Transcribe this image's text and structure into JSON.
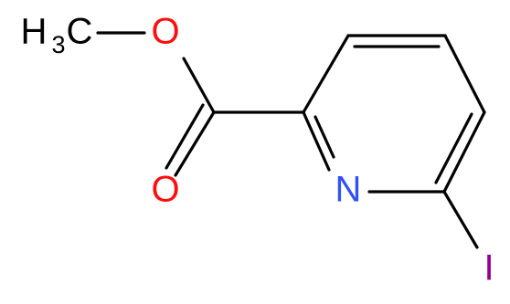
{
  "molecule": {
    "atoms": {
      "methyl_h": "H",
      "methyl_sub": "3",
      "methyl_c": "C",
      "ester_o": "O",
      "carbonyl_o": "O",
      "ring_n": "N",
      "iodine": "I"
    },
    "colors": {
      "carbon_hydrogen": "#000000",
      "oxygen": "#ff0d0d",
      "nitrogen": "#3050f8",
      "iodine": "#940094",
      "bond": "#000000"
    }
  }
}
